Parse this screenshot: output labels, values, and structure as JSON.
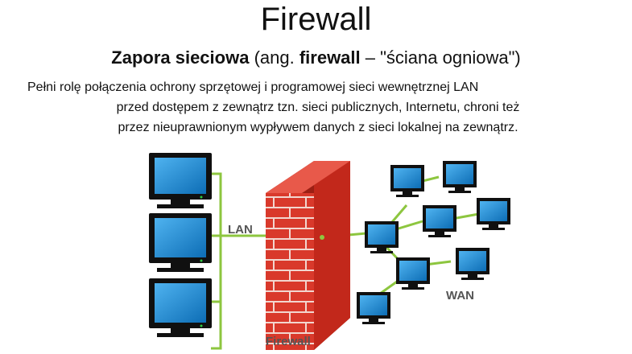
{
  "title": "Firewall",
  "subtitle": {
    "term": "Zapora sieciowa",
    "paren_open": " (ang. ",
    "english": "firewall",
    "translation": " – \"ściana ogniowa\")"
  },
  "description": {
    "line1": "Pełni rolę połączenia ochrony sprzętowej i programowej sieci wewnętrznej LAN",
    "line2": "przed dostępem z zewnątrz tzn. sieci publicznych, Internetu, chroni też",
    "line3": "przez nieuprawnionym wypływem danych z sieci lokalnej na zewnątrz."
  },
  "diagram": {
    "lan_label": "LAN",
    "wan_label": "WAN",
    "firewall_label": "Firewall",
    "colors": {
      "link": "#8dc63f",
      "brick": "#d9392b",
      "mortar": "#f2d6cf",
      "screen": "#1e8fd6",
      "monitor": "#101010"
    }
  }
}
